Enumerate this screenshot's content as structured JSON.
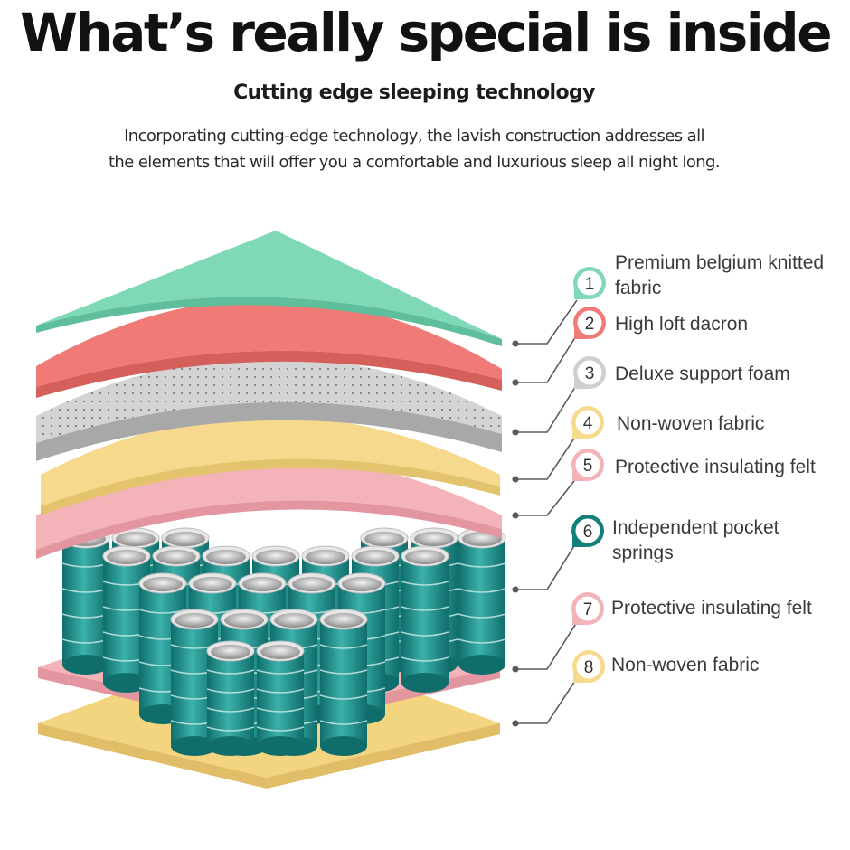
{
  "header": {
    "title": "What’s really special is inside",
    "subtitle": "Cutting edge sleeping technology",
    "description_line1": "Incorporating cutting-edge technology, the lavish construction addresses all",
    "description_line2": "the elements that will offer you a comfortable and luxurious sleep all night long."
  },
  "layers": [
    {
      "number": "1",
      "label_line1": "Premium belgium knitted",
      "label_line2": "fabric",
      "color": "#7fd9b7"
    },
    {
      "number": "2",
      "label_line1": "High loft dacron",
      "color": "#f07a75"
    },
    {
      "number": "3",
      "label_line1": "Deluxe support foam",
      "color": "#cfcfcf"
    },
    {
      "number": "4",
      "label_line1": "Non-woven fabric",
      "color": "#f6d98c"
    },
    {
      "number": "5",
      "label_line1": "Protective insulating felt",
      "color": "#f4b2b9"
    },
    {
      "number": "6",
      "label_line1": "Independent pocket",
      "label_line2": "springs",
      "color": "#127f7a"
    },
    {
      "number": "7",
      "label_line1": "Protective insulating felt",
      "color": "#f4b2b9"
    },
    {
      "number": "8",
      "label_line1": "Non-woven fabric",
      "color": "#f6d98c"
    }
  ]
}
